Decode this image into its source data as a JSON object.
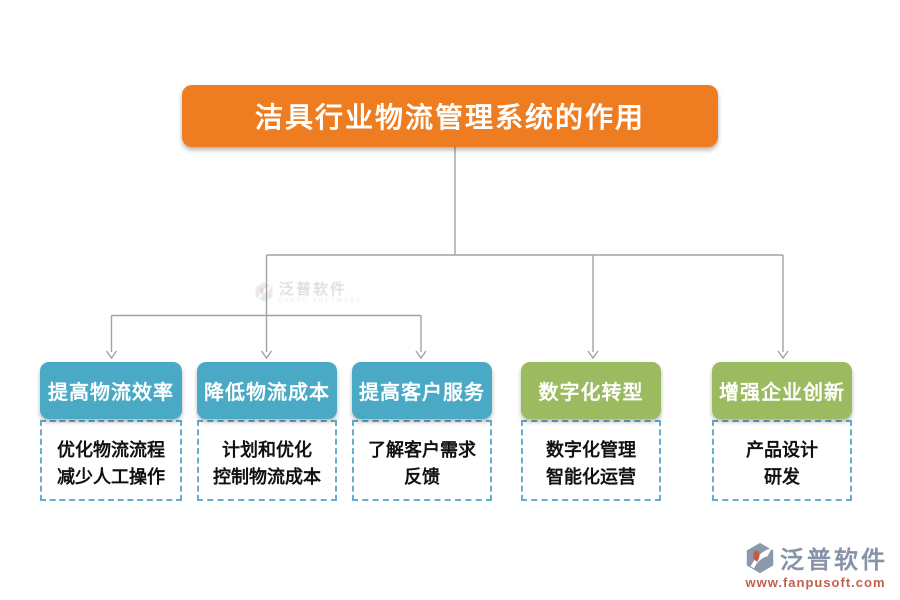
{
  "title": "洁具行业物流管理系统的作用",
  "columns": [
    {
      "header": "提高物流效率",
      "line1": "优化物流流程",
      "line2": "减少人工操作"
    },
    {
      "header": "降低物流成本",
      "line1": "计划和优化",
      "line2": "控制物流成本"
    },
    {
      "header": "提高客户服务",
      "line1": "了解客户需求",
      "line2": "反馈"
    },
    {
      "header": "数字化转型",
      "line1": "数字化管理",
      "line2": "智能化运营"
    },
    {
      "header": "增强企业创新",
      "line1": "产品设计",
      "line2": "研发"
    }
  ],
  "watermark": {
    "brand": "泛普软件",
    "subtext": "FANPU SOFTWARE"
  },
  "footer": {
    "brand": "泛普软件",
    "url": "www.fanpusoft.com"
  },
  "colors": {
    "title_bg": "#EE7C21",
    "teal_header": "#4AA9C5",
    "green_header": "#9CBB60",
    "dashed_border": "#65AECB",
    "connector_line": "#A2A2A2",
    "body_text": "#111111",
    "footer_brand": "#8693A8",
    "footer_url": "#C0604E"
  }
}
